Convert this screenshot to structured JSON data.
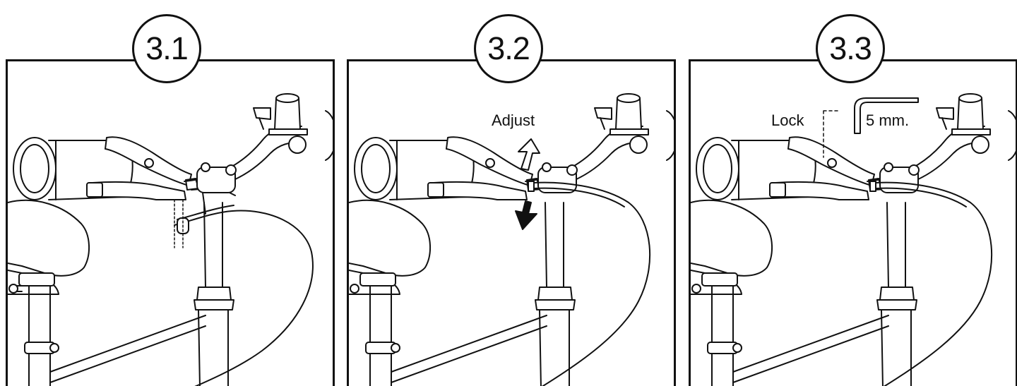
{
  "steps": [
    {
      "number": "3.1"
    },
    {
      "number": "3.2",
      "annotation": "Adjust"
    },
    {
      "number": "3.3",
      "annotation": "Lock",
      "tool": "5 mm."
    }
  ],
  "icons": [
    "hex-key-icon",
    "adjust-arrow-up-icon",
    "adjust-arrow-down-icon"
  ]
}
